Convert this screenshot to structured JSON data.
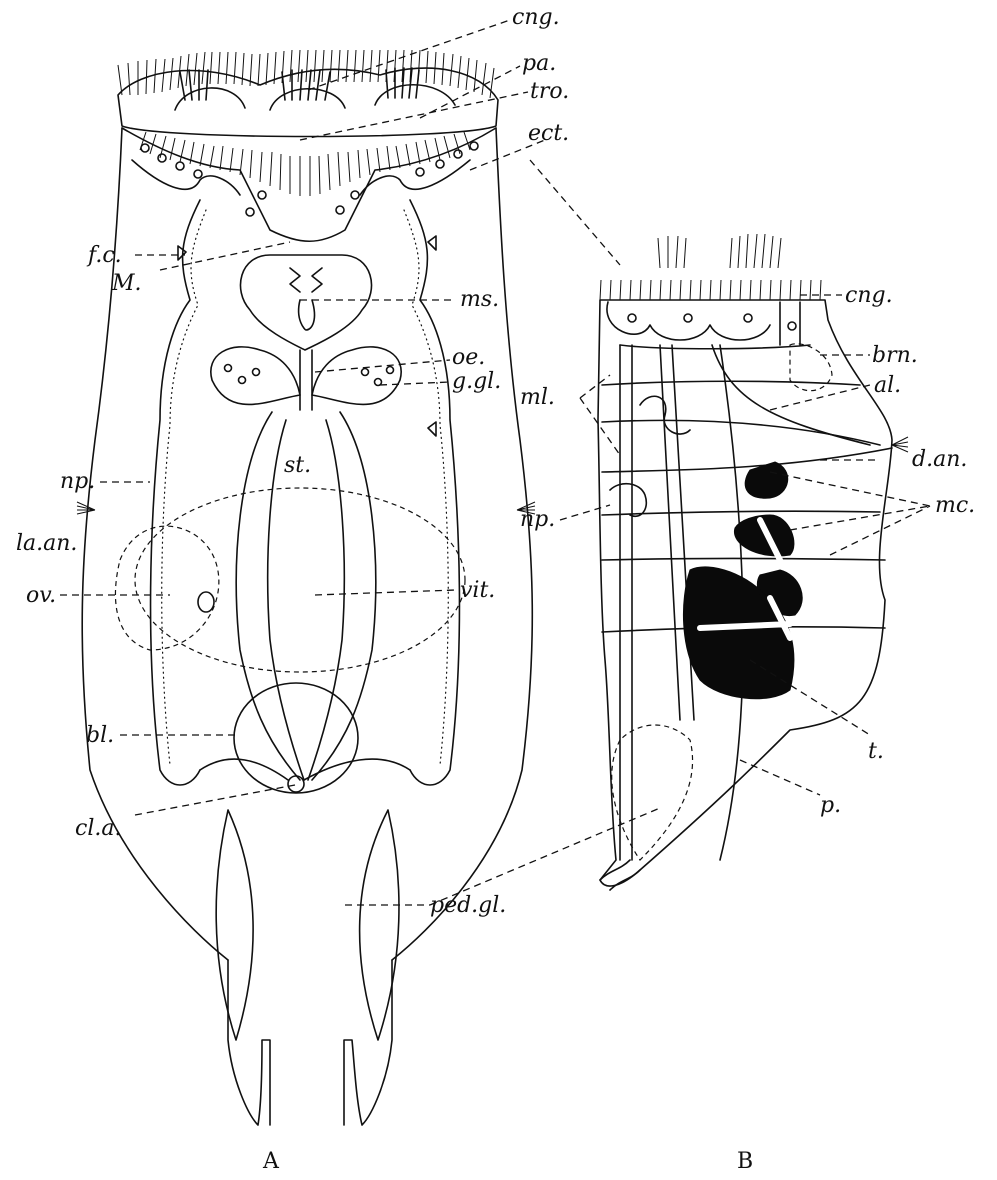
{
  "figure_a": {
    "panel_label": "A",
    "labels": {
      "cng": "cng.",
      "pa": "pa.",
      "tro": "tro.",
      "ect": "ect.",
      "fc": "f.c.",
      "M": "M.",
      "ms": "ms.",
      "oe": "oe.",
      "ggl": "g.gl.",
      "st": "st.",
      "np": "np.",
      "laan": "la.an.",
      "ov": "ov.",
      "vit": "vit.",
      "bl": "bl.",
      "cla": "cl.a.",
      "pedgl": "ped.gl."
    }
  },
  "figure_b": {
    "panel_label": "B",
    "labels": {
      "cng": "cng.",
      "brn": "brn.",
      "al": "al.",
      "ml": "ml.",
      "dan": "d.an.",
      "np": "np.",
      "mc": "mc.",
      "t": "t.",
      "p": "p."
    }
  }
}
